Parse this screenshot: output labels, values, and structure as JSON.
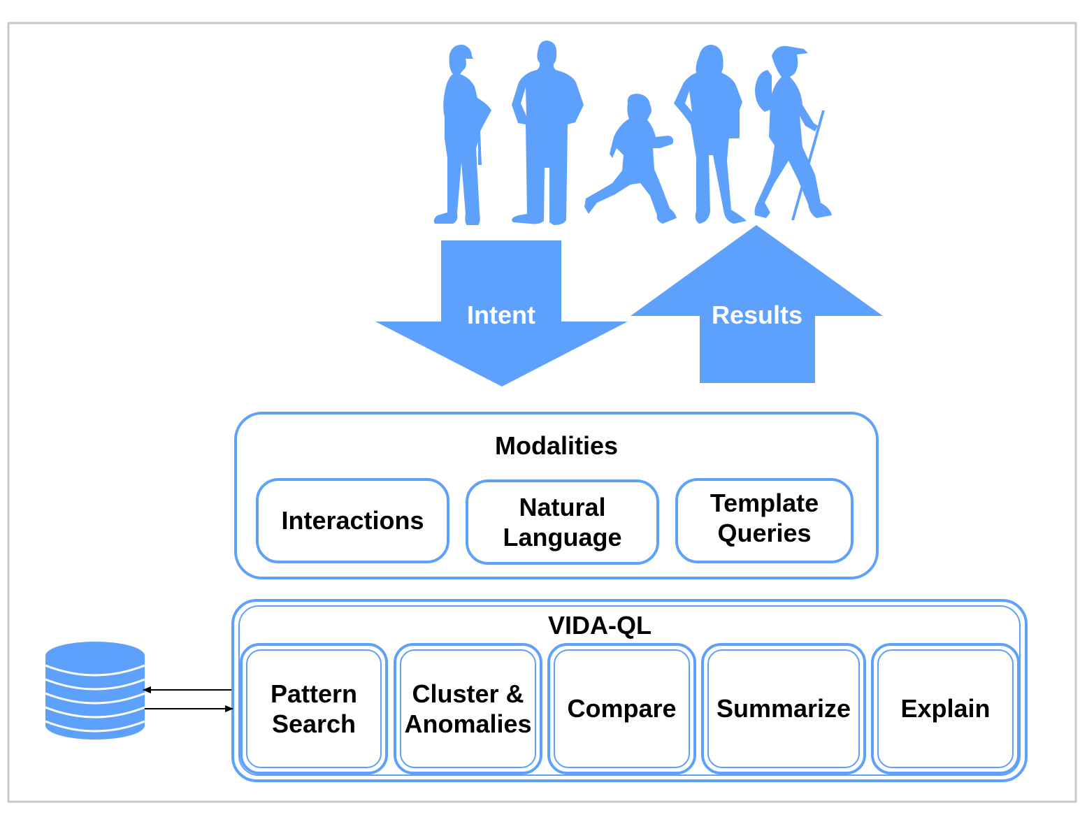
{
  "colors": {
    "accent": "#5ea1fc",
    "frame": "#c8c8c8",
    "text": "#000000",
    "arrow_text": "#ffffff"
  },
  "people": {
    "icon_names": [
      "worker-silhouette-icon",
      "businessman-silhouette-icon",
      "running-child-silhouette-icon",
      "businesswoman-silhouette-icon",
      "hiker-silhouette-icon"
    ]
  },
  "arrows": {
    "intent_label": "Intent",
    "results_label": "Results"
  },
  "modalities": {
    "title": "Modalities",
    "items": [
      {
        "label": "Interactions"
      },
      {
        "label": "Natural\nLanguage"
      },
      {
        "label": "Template\nQueries"
      }
    ]
  },
  "vidaql": {
    "title": "VIDA-QL",
    "items": [
      {
        "label": "Pattern\nSearch"
      },
      {
        "label": "Cluster &\nAnomalies"
      },
      {
        "label": "Compare"
      },
      {
        "label": "Summarize"
      },
      {
        "label": "Explain"
      }
    ]
  },
  "database": {
    "icon_name": "database-icon"
  }
}
